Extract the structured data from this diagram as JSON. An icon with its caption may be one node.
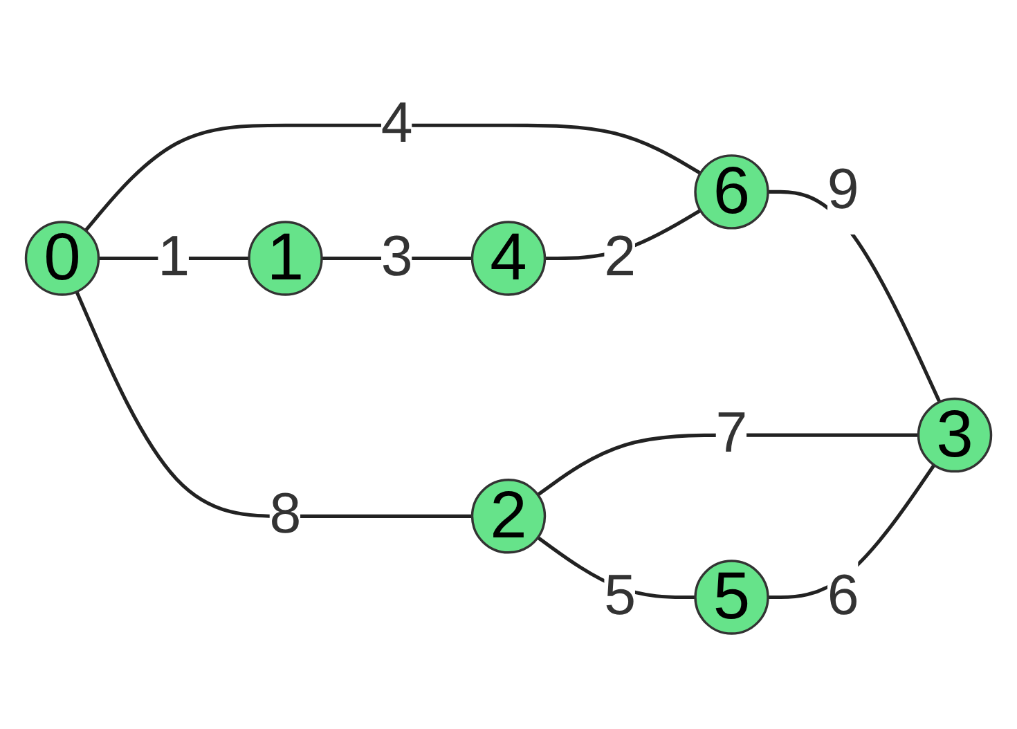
{
  "diagram": {
    "nodes": [
      {
        "text": [
          "0"
        ]
      },
      {
        "text": [
          "1"
        ]
      },
      {
        "text": [
          "2"
        ]
      },
      {
        "text": [
          "3"
        ]
      },
      {
        "text": [
          "4"
        ]
      },
      {
        "text": [
          "5"
        ]
      },
      {
        "text": [
          "6"
        ]
      }
    ],
    "edges": [
      {
        "from": 0,
        "to": 1,
        "arrow": "none",
        "label": "1"
      },
      {
        "from": 0,
        "to": 2,
        "arrow": "none",
        "label": "8"
      },
      {
        "from": 0,
        "to": 6,
        "arrow": "none",
        "label": "4"
      },
      {
        "from": 1,
        "to": 4,
        "arrow": "none",
        "label": "3"
      },
      {
        "from": 4,
        "to": 6,
        "arrow": "none",
        "label": "2"
      },
      {
        "from": 6,
        "to": 3,
        "arrow": "none",
        "label": "9"
      },
      {
        "from": 2,
        "to": 3,
        "arrow": "none",
        "label": "7"
      },
      {
        "from": 2,
        "to": 5,
        "arrow": "none",
        "label": "5"
      },
      {
        "from": 5,
        "to": 3,
        "arrow": "none",
        "label": "6"
      }
    ]
  }
}
